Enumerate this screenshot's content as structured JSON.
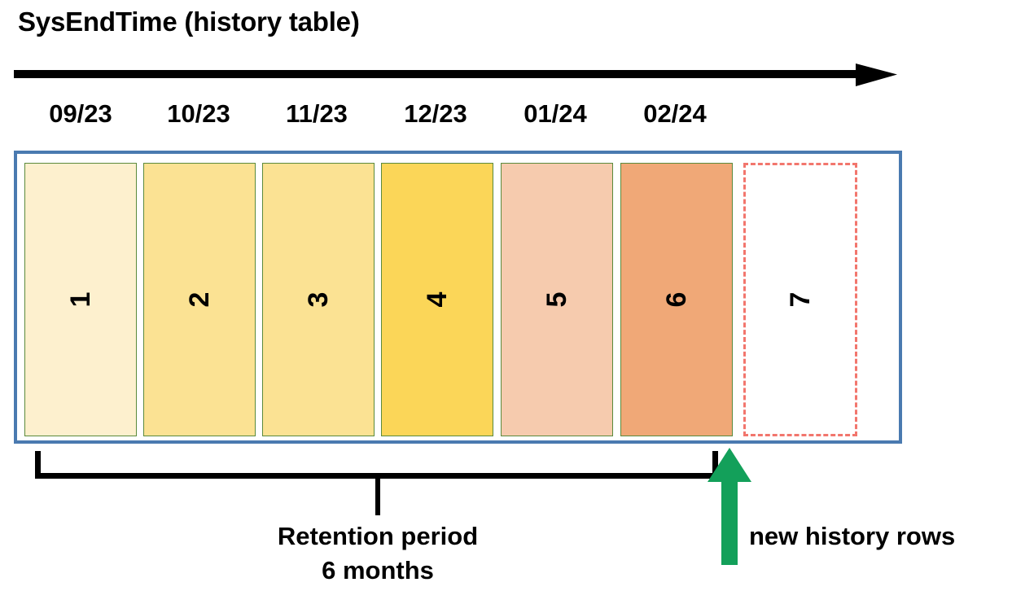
{
  "diagram": {
    "title": "SysEndTime (history table)",
    "timeline": {
      "axis_name": "time-axis-arrow",
      "direction": "left-to-right",
      "month_labels": [
        "09/23",
        "10/23",
        "11/23",
        "12/23",
        "01/24",
        "02/24"
      ]
    },
    "partitions": [
      {
        "number": "1",
        "month": "09/23",
        "color": "#FDF0CE",
        "border_color": "#5b8a3c",
        "state": "retained"
      },
      {
        "number": "2",
        "month": "10/23",
        "color": "#FBE293",
        "border_color": "#5b8a3c",
        "state": "retained"
      },
      {
        "number": "3",
        "month": "11/23",
        "color": "#FBE293",
        "border_color": "#5b8a3c",
        "state": "retained"
      },
      {
        "number": "4",
        "month": "12/23",
        "color": "#FBD658",
        "border_color": "#5b8a3c",
        "state": "retained"
      },
      {
        "number": "5",
        "month": "01/24",
        "color": "#F6CBAE",
        "border_color": "#5b8a3c",
        "state": "retained"
      },
      {
        "number": "6",
        "month": "02/24",
        "color": "#F0A877",
        "border_color": "#5b8a3c",
        "state": "retained"
      },
      {
        "number": "7",
        "month": "",
        "color": "#FFFFFF",
        "border_color": "#F2766D",
        "state": "future"
      }
    ],
    "retention": {
      "label_line1": "Retention period",
      "label_line2": "6 months",
      "months": 6,
      "spans_partitions": [
        "1",
        "2",
        "3",
        "4",
        "5",
        "6"
      ]
    },
    "new_rows": {
      "label": "new history rows",
      "arrow_color": "#13A05A",
      "points_to_partition": "7"
    },
    "colors": {
      "container_border": "#4a7ab0",
      "axis": "#000000",
      "bracket": "#000000",
      "future_partition_border": "#F2766D",
      "new_rows_arrow": "#13A05A",
      "text": "#000000"
    }
  }
}
